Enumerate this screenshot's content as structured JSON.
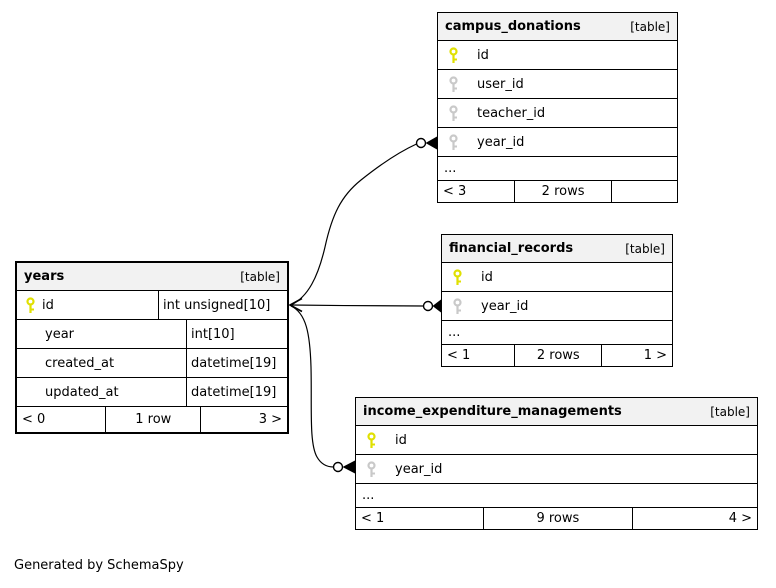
{
  "credit": "Generated by SchemaSpy",
  "colors": {
    "primary_key_icon": "#e0e000",
    "foreign_key_icon": "#c9c9c9",
    "header_bg": "#f2f2f2",
    "border": "#000000"
  },
  "tables": {
    "campus_donations": {
      "name": "campus_donations",
      "tag": "[table]",
      "fields": [
        {
          "name": "id",
          "key": "primary"
        },
        {
          "name": "user_id",
          "key": "foreign"
        },
        {
          "name": "teacher_id",
          "key": "foreign"
        },
        {
          "name": "year_id",
          "key": "foreign"
        }
      ],
      "ellipsis": "...",
      "footer": {
        "left": "< 3",
        "center": "2 rows",
        "right": ""
      }
    },
    "financial_records": {
      "name": "financial_records",
      "tag": "[table]",
      "fields": [
        {
          "name": "id",
          "key": "primary"
        },
        {
          "name": "year_id",
          "key": "foreign"
        }
      ],
      "ellipsis": "...",
      "footer": {
        "left": "< 1",
        "center": "2 rows",
        "right": "1 >"
      }
    },
    "income_expenditure_managements": {
      "name": "income_expenditure_managements",
      "tag": "[table]",
      "fields": [
        {
          "name": "id",
          "key": "primary"
        },
        {
          "name": "year_id",
          "key": "foreign"
        }
      ],
      "ellipsis": "...",
      "footer": {
        "left": "< 1",
        "center": "9 rows",
        "right": "4 >"
      }
    },
    "years": {
      "name": "years",
      "tag": "[table]",
      "fields": [
        {
          "name": "id",
          "type": "int unsigned[10]",
          "key": "primary"
        },
        {
          "name": "year",
          "type": "int[10]"
        },
        {
          "name": "created_at",
          "type": "datetime[19]"
        },
        {
          "name": "updated_at",
          "type": "datetime[19]"
        }
      ],
      "footer": {
        "left": "< 0",
        "center": "1 row",
        "right": "3 >"
      }
    }
  },
  "relationships": [
    {
      "from": "years.id",
      "to": "campus_donations.year_id"
    },
    {
      "from": "years.id",
      "to": "financial_records.year_id"
    },
    {
      "from": "years.id",
      "to": "income_expenditure_managements.year_id"
    }
  ]
}
